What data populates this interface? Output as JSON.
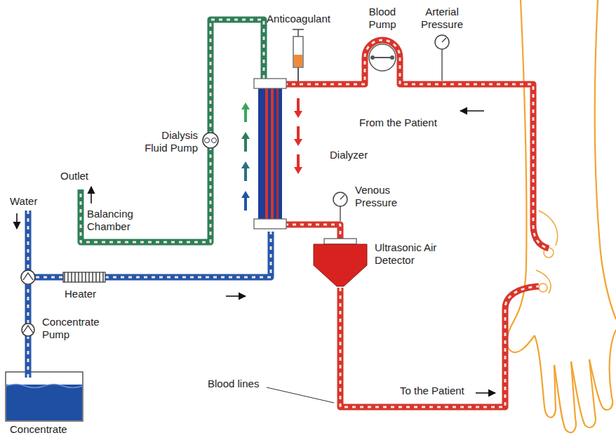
{
  "diagram": {
    "labels": [
      "Anticoagulant",
      "Blood Pump",
      "Arterial Pressure",
      "From the Patient",
      "Dialysis Fluid Pump",
      "Dialyzer",
      "Outlet",
      "Water",
      "Venous Pressure",
      "Balancing Chamber",
      "Ultrasonic Air Detector",
      "Heater",
      "Concentrate Pump",
      "Blood lines",
      "To the Patient",
      "Concentrate"
    ]
  }
}
